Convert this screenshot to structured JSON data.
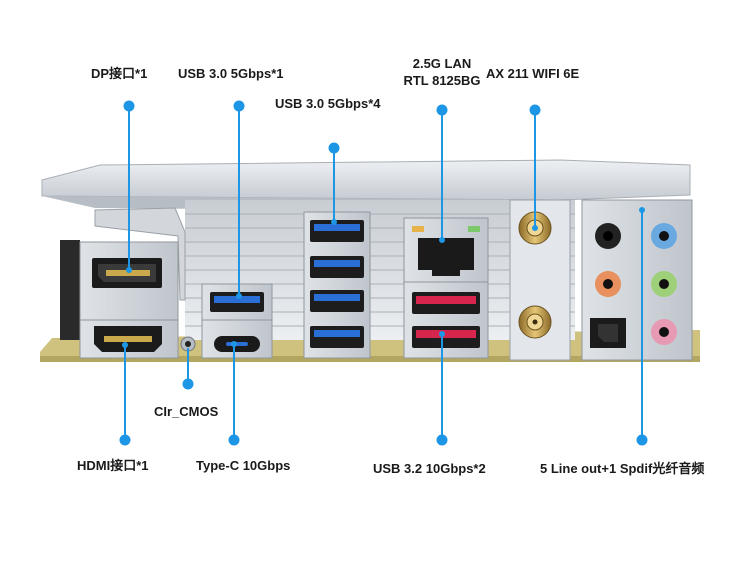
{
  "labels": {
    "dp": "DP接口*1",
    "usb30_single": "USB 3.0 5Gbps*1",
    "usb30_quad": "USB 3.0 5Gbps*4",
    "lan_line1": "2.5G LAN",
    "lan_line2": "RTL 8125BG",
    "wifi": "AX 211 WIFI 6E",
    "clr_cmos": "CIr_CMOS",
    "hdmi": "HDMI接口*1",
    "typec": "Type-C 10Gbps",
    "usb32": "USB 3.2 10Gbps*2",
    "audio": "5 Line out+1 Spdif光纤音频"
  },
  "colors": {
    "callout": "#1e96e6",
    "usb3_blue": "#2a6fd6",
    "usb32_red": "#d8254d",
    "pcb": "#cfc27e",
    "metal": "#d9dde2"
  },
  "icons": [
    "dp-port-icon",
    "hdmi-port-icon",
    "usb-a-port-icon",
    "usb-c-port-icon",
    "rj45-port-icon",
    "sma-antenna-icon",
    "audio-jack-icon",
    "spdif-optical-icon"
  ]
}
